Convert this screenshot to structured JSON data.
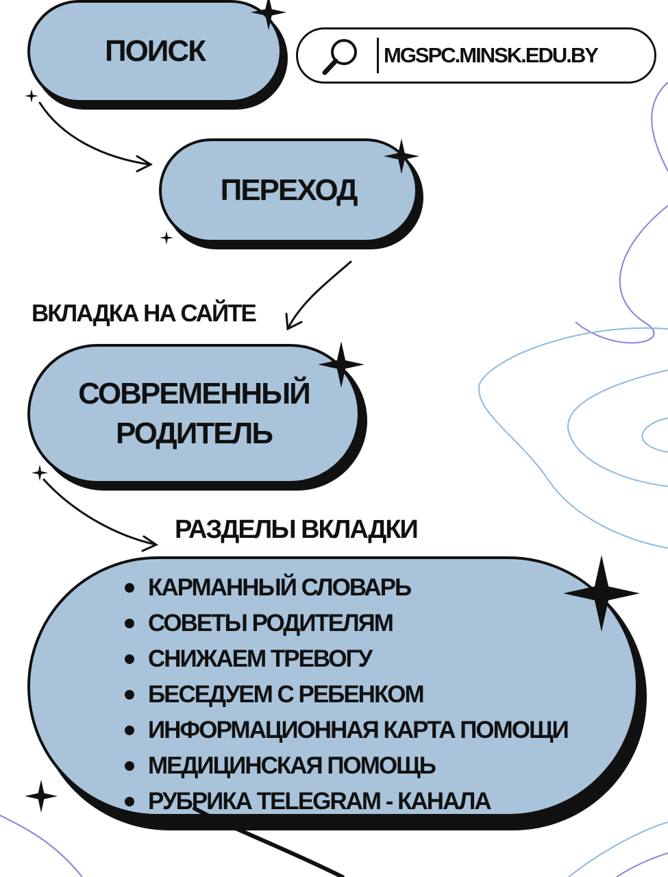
{
  "steps": {
    "search_label": "ПОИСК",
    "url": "MGSPC.MINSK.EDU.BY",
    "transition_label": "ПЕРЕХОД",
    "tab_caption": "ВКЛАДКА НА САЙТЕ",
    "tab_name_line1": "СОВРЕМЕННЫЙ",
    "tab_name_line2": "РОДИТЕЛЬ",
    "sections_caption": "РАЗДЕЛЫ ВКЛАДКИ"
  },
  "sections": [
    "КАРМАННЫЙ СЛОВАРЬ",
    "СОВЕТЫ РОДИТЕЛЯМ",
    "СНИЖАЕМ ТРЕВОГУ",
    "БЕСЕДУЕМ С РЕБЕНКОМ",
    "ИНФОРМАЦИОННАЯ КАРТА ПОМОЩИ",
    "МЕДИЦИНСКАЯ ПОМОЩЬ",
    "РУБРИКА TELEGRAM - КАНАЛА"
  ],
  "icons": {
    "search": "magnifier-icon",
    "stars": "four-point-star-icon",
    "arrows": "curved-arrow-icon"
  },
  "colors": {
    "pill_fill": "#a9c4da",
    "outline": "#111111",
    "wave_lines": "#8fb8e0",
    "wave_lines_violet": "#8a7fd6"
  }
}
